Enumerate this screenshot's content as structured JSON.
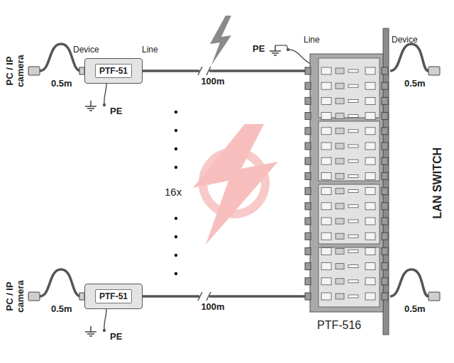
{
  "diagram": {
    "nodes": [
      {
        "text": [
          "PTF-51"
        ]
      },
      {
        "text": [
          "PTF-516"
        ]
      },
      {
        "text": [
          "PTF-51"
        ]
      }
    ],
    "edges": [
      {
        "from": 0,
        "to": 1,
        "label": "100m",
        "arrow": "none"
      },
      {
        "from": 2,
        "to": 1,
        "label": "100m",
        "arrow": "none"
      }
    ],
    "labels": [
      "PC / IP camera",
      "Device",
      "Line",
      "0.5m",
      "PE",
      "PE",
      "Line",
      "Device",
      "0.5m",
      "16x",
      "LAN SWITCH",
      "PC / IP camera",
      "0.5m",
      "PE",
      "0.5m"
    ]
  }
}
